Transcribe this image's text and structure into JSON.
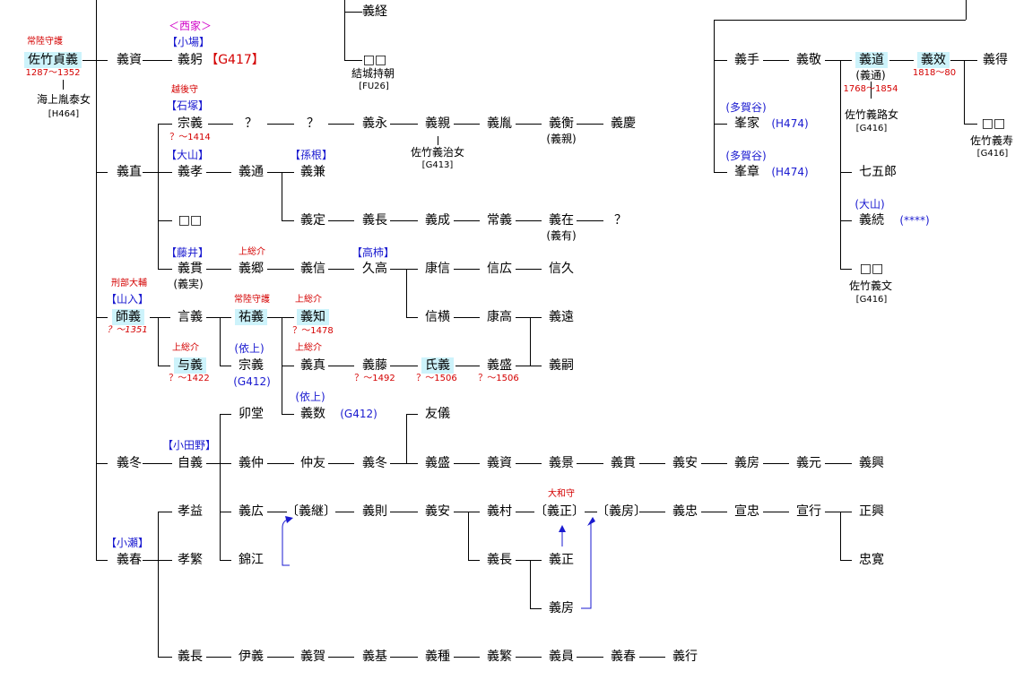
{
  "colors": {
    "line": "#000000",
    "highlight": "#cdf3fb",
    "red": "#d40000",
    "blue": "#1a1ad0",
    "magenta": "#d000c8",
    "arrow": "#1a1ad0"
  },
  "names": {
    "sadayoshi": "佐竹貞義",
    "yoshisuke": "義資",
    "yoshimi": "義躬",
    "yoshitsune": "義経",
    "q_left": "？",
    "q_mid": "？",
    "box_yuki": "□□",
    "muneyoshi_ishi": "宗義",
    "yoshinaga_1": "義永",
    "yoshichika": "義親",
    "yoshitaka_1": "義胤",
    "yoshihira": "義衡",
    "yoshiyoshi": "義慶",
    "yoshinao": "義直",
    "yoshitaka_oyama": "義孝",
    "yoshimichi": "義通",
    "yoshikane": "義兼",
    "box_naoko": "□□",
    "yoshisada": "義定",
    "yoshinaga_2": "義長",
    "yoshinari": "義成",
    "tsuneyoshi": "常義",
    "yoshiari": "義在",
    "q_end": "？",
    "yoshitsura": "義貫",
    "yoshisato": "義郷",
    "yoshinobu": "義信",
    "hisataka": "久高",
    "yasunobu": "康信",
    "nobuhiro": "信広",
    "nobuhisa": "信久",
    "moroyoshi": "師義",
    "gonyoshi": "言義",
    "sukeyoshi": "祐義",
    "yoshitomo": "義知",
    "nobuyoko": "信横",
    "yasutaka": "康高",
    "yoshito": "義遠",
    "yoyoshi": "与義",
    "muneyoshi_2": "宗義",
    "yoshizane": "義真",
    "yoshifuji": "義藤",
    "ujiyoshi": "氏義",
    "yoshimori_1": "義盛",
    "yoshitsugu_1": "義嗣",
    "udo": "卯堂",
    "yoshikazu": "義数",
    "tomonori": "友儀",
    "yoshifuyu_1": "義冬",
    "jiyoshi": "自義",
    "yoshinaka": "義仲",
    "chuyu": "仲友",
    "yoshifuyu_2": "義冬",
    "yoshimori_2": "義盛",
    "yoshisuke_2": "義資",
    "yoshikage": "義景",
    "yoshitsura_2": "義貫",
    "yoshiyasu_1": "義安",
    "yoshifusa_1": "義房",
    "yoshimoto": "義元",
    "yoshioki": "義興",
    "koeki": "孝益",
    "yoshihiro": "義広",
    "yoshitsugu_b": "〔義継〕",
    "yoshinori": "義則",
    "yoshiyasu_2": "義安",
    "yoshimura": "義村",
    "yoshimasa_b": "〔義正〕",
    "yoshifusa_b": "〔義房〕",
    "yoshitada": "義忠",
    "senchu": "宣忠",
    "sengyo": "宣行",
    "masaoki": "正興",
    "yoshiharu_1": "義春",
    "kohan": "孝繁",
    "kinko": "錦江",
    "yoshinaga_3": "義長",
    "yoshimasa": "義正",
    "yoshifusa_2": "義房",
    "chukan": "忠寛",
    "yoshinaga_4": "義長",
    "iyoshi": "伊義",
    "yoshiga": "義賀",
    "yoshimoto_2": "義基",
    "yoshitane": "義種",
    "yoshishige": "義繁",
    "yoshikazu_2": "義員",
    "yoshiharu_2": "義春",
    "yoshiyuki": "義行",
    "yoshite": "義手",
    "yoshitaka_2": "義敬",
    "yoshimichi_2": "義道",
    "yoshikou": "義效",
    "yoshitoku": "義得",
    "mineie": "峯家",
    "box_r1": "□□",
    "mineaki": "峯章",
    "shichigoro": "七五郎",
    "yoshitsuna": "義続",
    "box_r2": "□□"
  },
  "notes": {
    "hitachi_shugo": "常陸守護",
    "sadayoshi_dates": "1287～1352",
    "ue_wife": "海上胤泰女",
    "ue_ref": "[H464]",
    "nishike": "＜西家＞",
    "oba": "【小場】",
    "g417": "【G417】",
    "yuki_wife": "結城持朝",
    "yuki_ref": "[FU26]",
    "echigo": "越後守",
    "ishizuka": "【石塚】",
    "muneyoshi_dates": "？～1414",
    "satake_wife1": "佐竹義治女",
    "ref_g413": "[G413]",
    "yoshichika_alias": "(義親)",
    "oyama_1": "【大山】",
    "magone": "【孫根】",
    "yoshiari_alias": "(義有)",
    "fujii": "【藤井】",
    "yoshizane_alias": "(義実)",
    "kazusa_1": "上総介",
    "takagaki": "【高柿】",
    "gyobu": "刑部大輔",
    "yamairi": "【山入】",
    "moroyoshi_dates": "？～1351",
    "hitachi_shugo_2": "常陸守護",
    "kazusa_2": "上総介",
    "yoshitomo_dates": "？～1478",
    "kazusa_3": "上総介",
    "yoyoshi_dates": "？～1422",
    "iue_1": "(依上)",
    "g412_1": "(G412)",
    "kazusa_4": "上総介",
    "yoshifuji_dates": "？～1492",
    "ujiyoshi_dates": "？～1506",
    "yoshimori_dates": "？～1506",
    "iue_2": "(依上)",
    "g412_2": "(G412)",
    "odano": "【小田野】",
    "yamato": "大和守",
    "kose": "【小瀬】",
    "tagaya_1": "(多賀谷)",
    "h474_1": "(H474)",
    "tagaya_2": "(多賀谷)",
    "h474_2": "(H474)",
    "yoshimichi_alias": "(義通)",
    "yoshimichi_dates": "1768～1854",
    "yoshikou_dates": "1818～80",
    "satake_wife2": "佐竹義路女",
    "ref_g416_1": "[G416]",
    "satake_wife3": "佐竹義寿",
    "ref_g416_2": "[G416]",
    "oyama_2": "(大山)",
    "stars": "(****)",
    "satake_wife4": "佐竹義文",
    "ref_g416_3": "[G416]"
  }
}
